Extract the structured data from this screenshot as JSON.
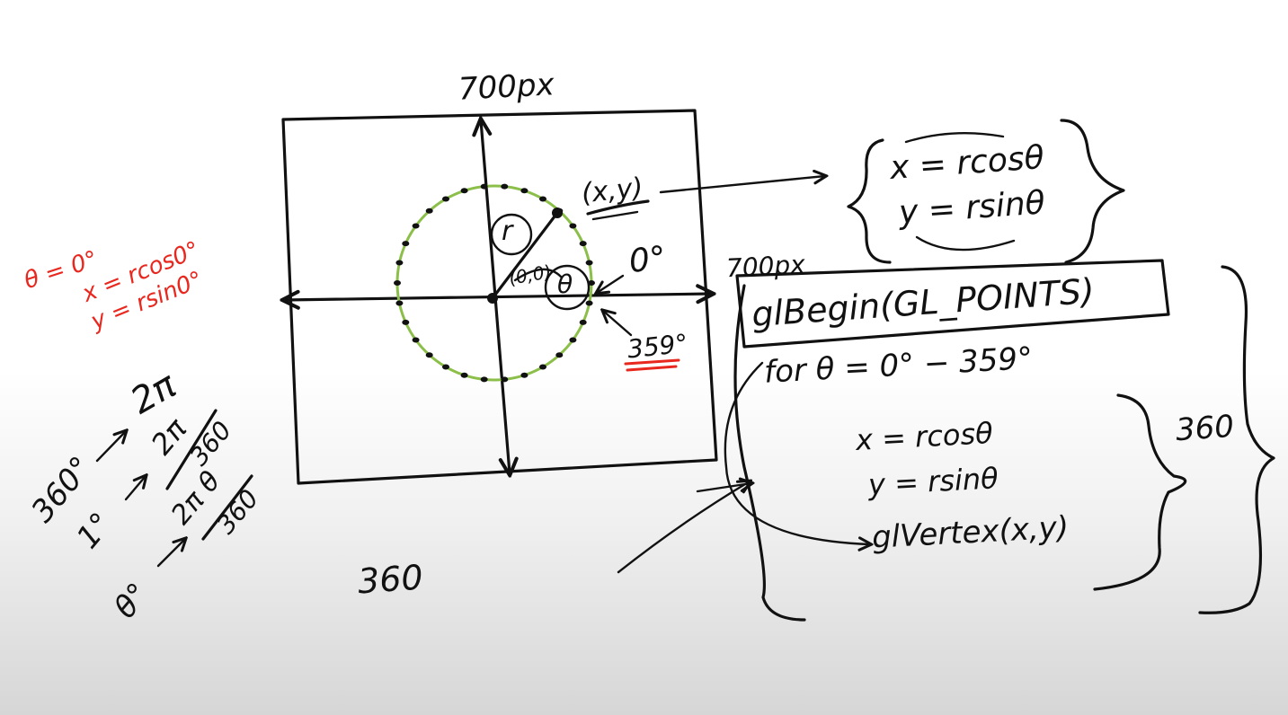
{
  "canvas": {
    "label_top": "700px",
    "label_right": "700px",
    "point_label": "(x,y)",
    "radius_label": "r",
    "origin_label": "(0,0)",
    "theta_label": "θ",
    "start_angle": "0°",
    "end_angle": "359°",
    "circle_color": "#8cbf4a",
    "highlight_color": "#e8281e"
  },
  "formulas_box": {
    "line1": "x = rcosθ",
    "line2": "y = rsinθ"
  },
  "red_notes": {
    "line1": "θ = 0°",
    "line2": "x = rcos0°",
    "line3": "y = rsin0°"
  },
  "conversion": {
    "row1_left": "360°",
    "row1_right": "2π",
    "row2_left": "1°",
    "row2_num": "2π",
    "row2_den": "360",
    "row3_left": "θ°",
    "row3_num": "2π θ",
    "row3_den": "360"
  },
  "bottom_note": "360",
  "code": {
    "begin": "glBegin(GL_POINTS)",
    "loop": "for θ = 0° − 359°",
    "x_line": "x = rcosθ",
    "y_line": "y = rsinθ",
    "vertex": "glVertex(x,y)",
    "count": "360"
  }
}
